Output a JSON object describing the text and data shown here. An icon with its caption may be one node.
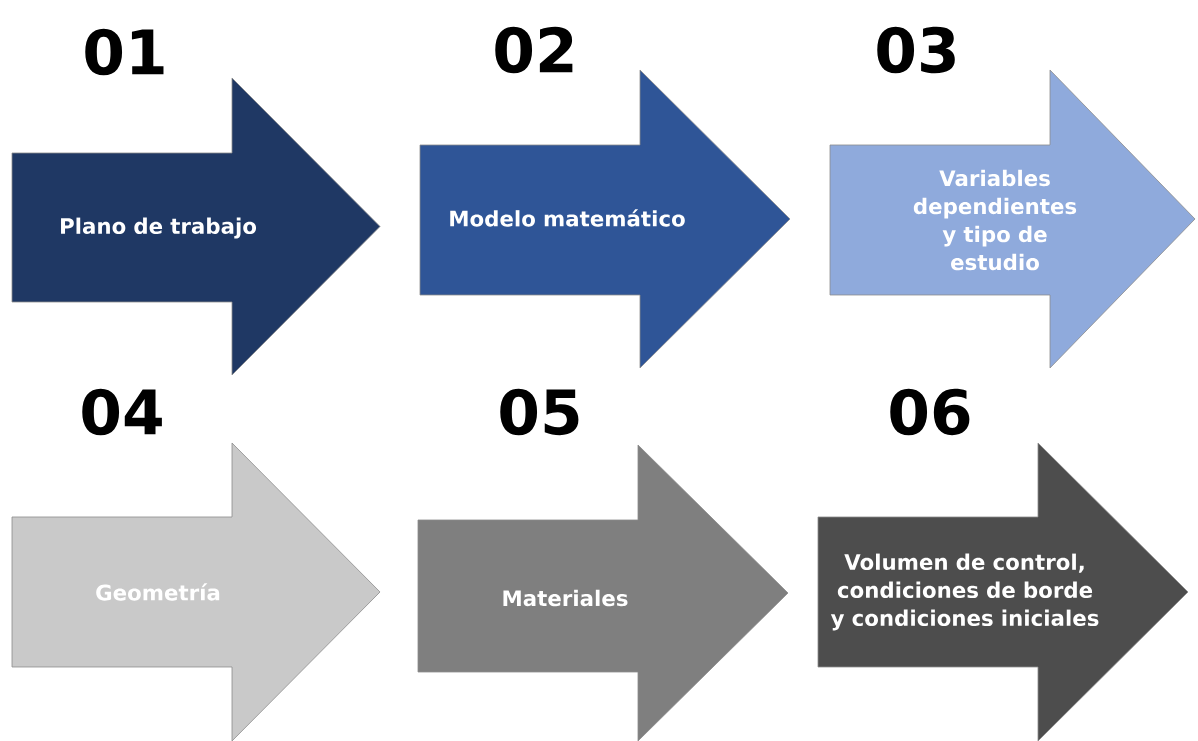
{
  "diagram": {
    "nodes": [
      {
        "text": [
          "01",
          "Plano de trabajo"
        ]
      },
      {
        "text": [
          "02",
          "Modelo matemático"
        ]
      },
      {
        "text": [
          "03",
          "Variables dependientes y tipo de estudio"
        ]
      },
      {
        "text": [
          "04",
          "Geometría"
        ]
      },
      {
        "text": [
          "05",
          "Materiales"
        ]
      },
      {
        "text": [
          "06",
          "Volumen de control, condiciones de borde y condiciones iniciales"
        ]
      }
    ]
  }
}
